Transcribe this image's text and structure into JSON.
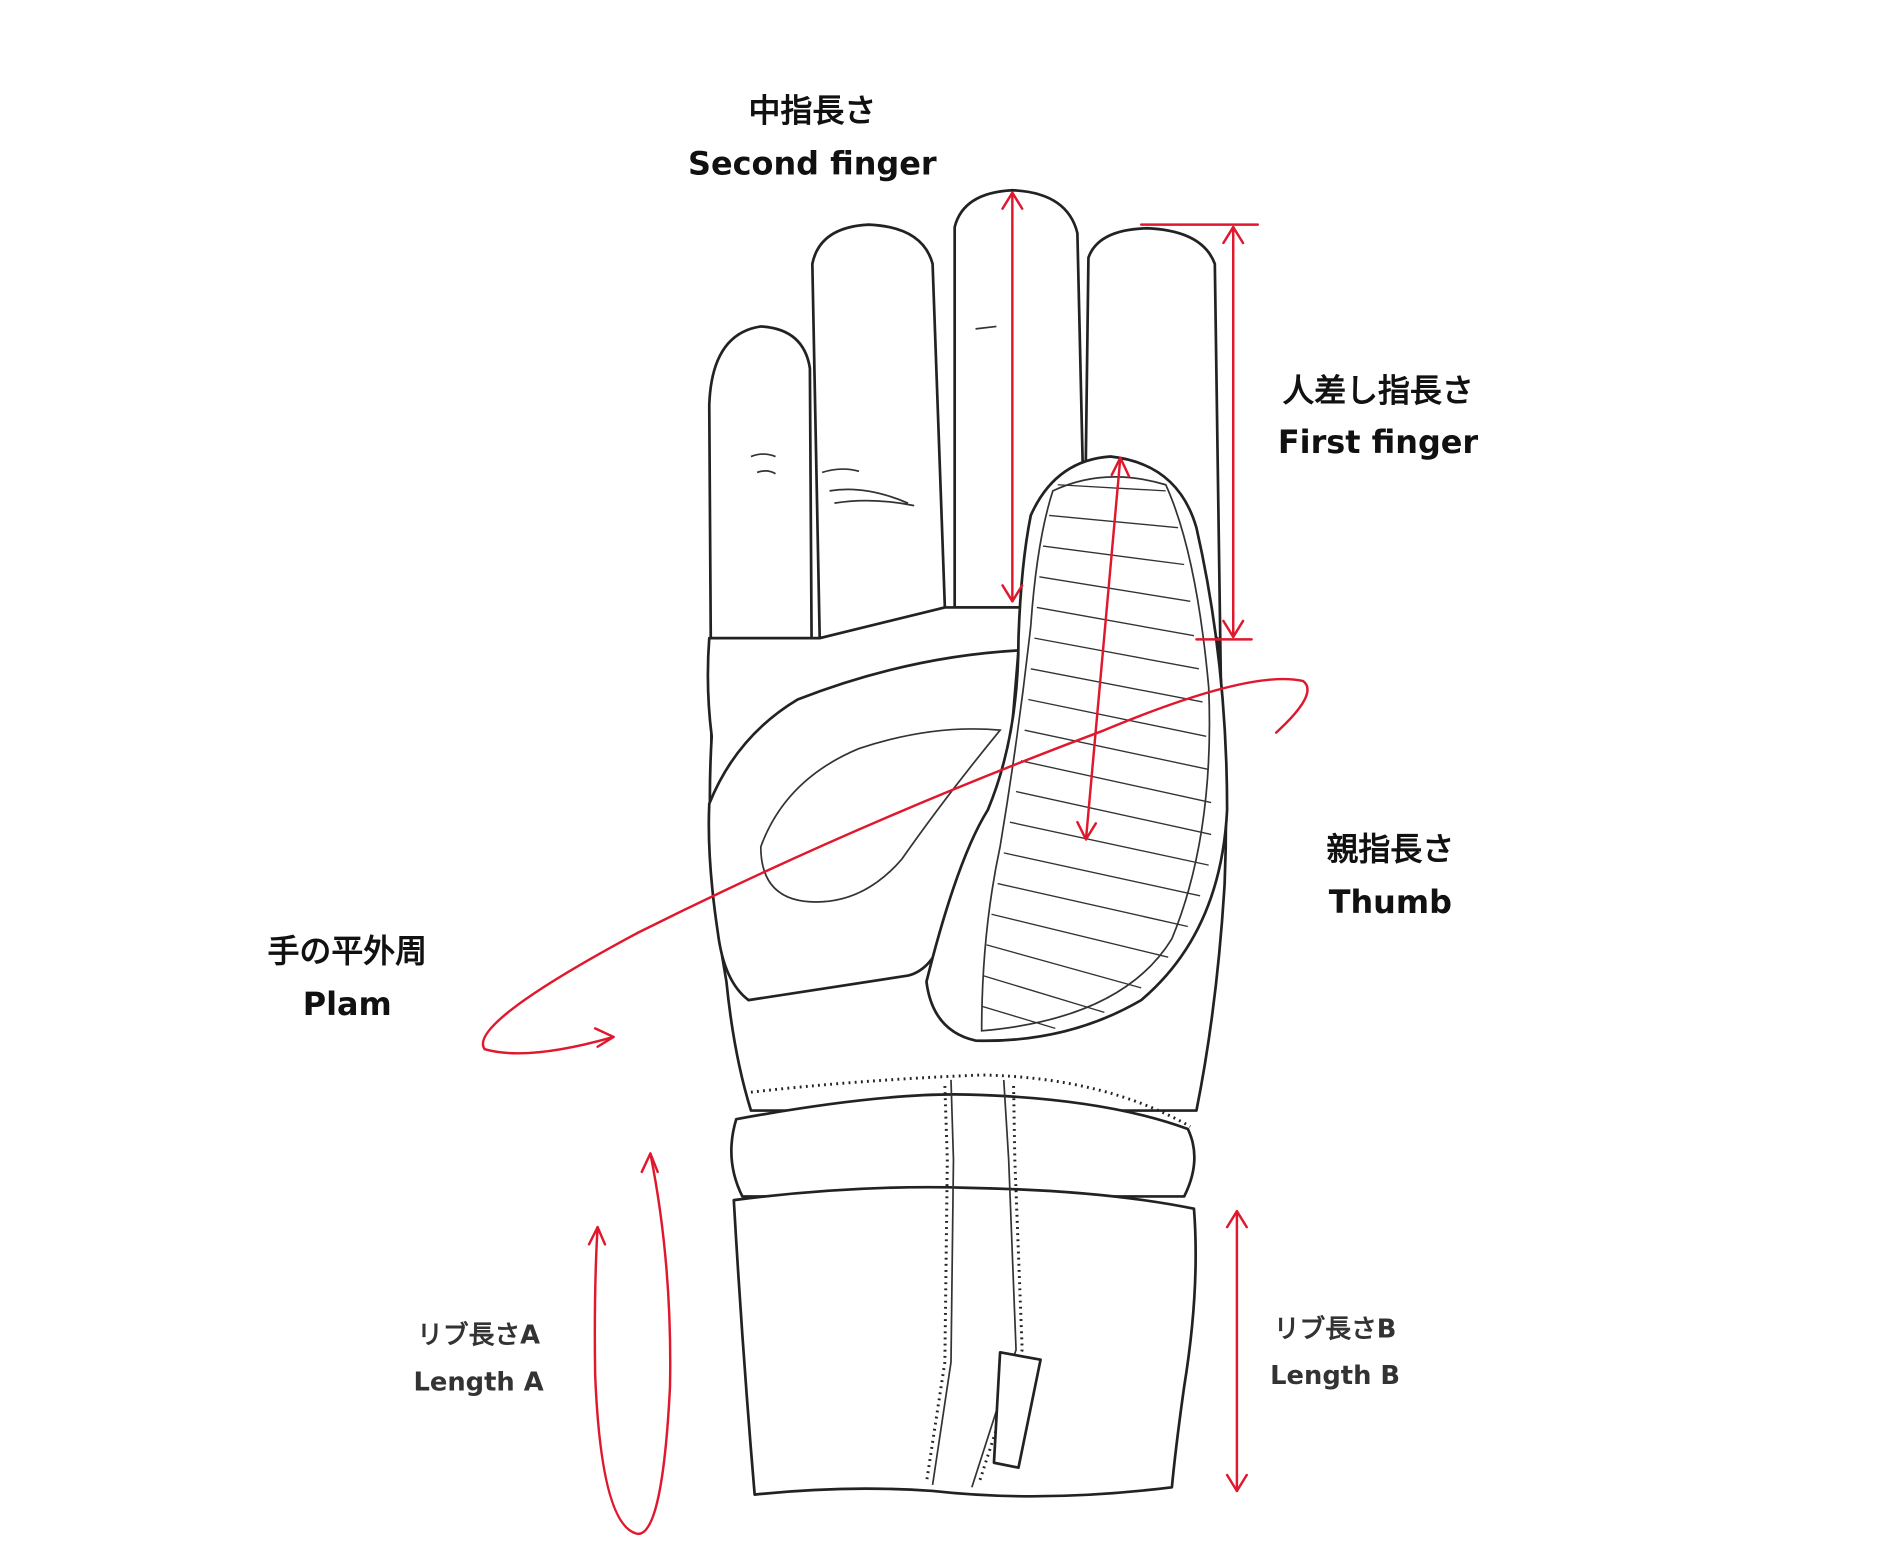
{
  "labels": {
    "second_finger": {
      "ja": "中指長さ",
      "en": "Second finger"
    },
    "first_finger": {
      "ja": "人差し指長さ",
      "en": "First finger"
    },
    "thumb": {
      "ja": "親指長さ",
      "en": "Thumb"
    },
    "palm": {
      "ja": "手の平外周",
      "en": "Plam"
    },
    "length_a": {
      "ja": "リブ長さA",
      "en": "Length A"
    },
    "length_b": {
      "ja": "リブ長さB",
      "en": "Length B"
    }
  },
  "colors": {
    "measure": "#e0182d",
    "outline": "#222222"
  }
}
